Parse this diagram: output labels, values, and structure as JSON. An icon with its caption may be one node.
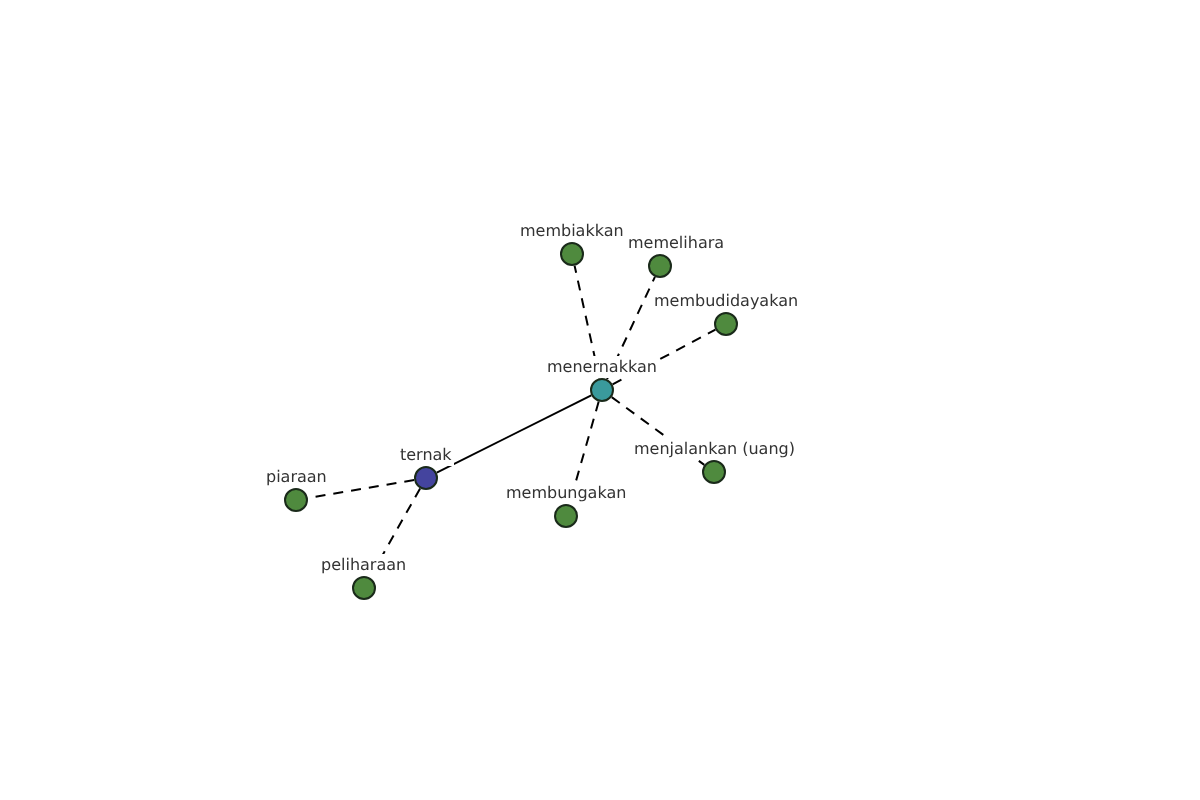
{
  "diagram": {
    "nodes": [
      {
        "text": [
          "membiakkan"
        ]
      },
      {
        "text": [
          "memelihara"
        ]
      },
      {
        "text": [
          "membudidayakan"
        ]
      },
      {
        "text": [
          "menernakkan"
        ]
      },
      {
        "text": [
          "menjalankan (uang)"
        ]
      },
      {
        "text": [
          "ternak"
        ]
      },
      {
        "text": [
          "piaraan"
        ]
      },
      {
        "text": [
          "membungakan"
        ]
      },
      {
        "text": [
          "peliharaan"
        ]
      }
    ],
    "edges": [
      {
        "from": 5,
        "to": 3,
        "arrow": "none"
      },
      {
        "from": 3,
        "to": 0,
        "arrow": "none",
        "style": "dashed"
      },
      {
        "from": 3,
        "to": 1,
        "arrow": "none",
        "style": "dashed"
      },
      {
        "from": 3,
        "to": 2,
        "arrow": "none",
        "style": "dashed"
      },
      {
        "from": 3,
        "to": 4,
        "arrow": "none",
        "style": "dashed"
      },
      {
        "from": 3,
        "to": 7,
        "arrow": "none",
        "style": "dashed"
      },
      {
        "from": 5,
        "to": 6,
        "arrow": "none",
        "style": "dashed"
      },
      {
        "from": 5,
        "to": 8,
        "arrow": "none",
        "style": "dashed"
      }
    ]
  }
}
